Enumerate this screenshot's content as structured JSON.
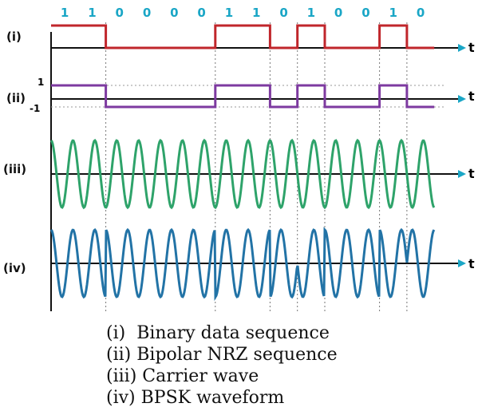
{
  "bits": [
    "1",
    "1",
    "0",
    "0",
    "0",
    "0",
    "1",
    "1",
    "0",
    "1",
    "0",
    "0",
    "1",
    "0"
  ],
  "row_labels": [
    "(i)",
    "(ii)",
    "(iii)",
    "(iv)"
  ],
  "level_high": "1",
  "level_low": "-1",
  "axis_label": "t",
  "legend": [
    {
      "num": "(i)",
      "text": "Binary data sequence"
    },
    {
      "num": "(ii)",
      "text": "Bipolar NRZ sequence"
    },
    {
      "num": "(iii)",
      "text": "Carrier wave"
    },
    {
      "num": "(iv)",
      "text": "BPSK waveform"
    }
  ],
  "colors": {
    "bits": "#1aa6c6",
    "binary": "#c0262b",
    "nrz": "#7d3aa0",
    "carrier": "#2ea36a",
    "bpsk": "#2273a6",
    "axis": "#111111",
    "arrow": "#1aa6c6"
  }
}
